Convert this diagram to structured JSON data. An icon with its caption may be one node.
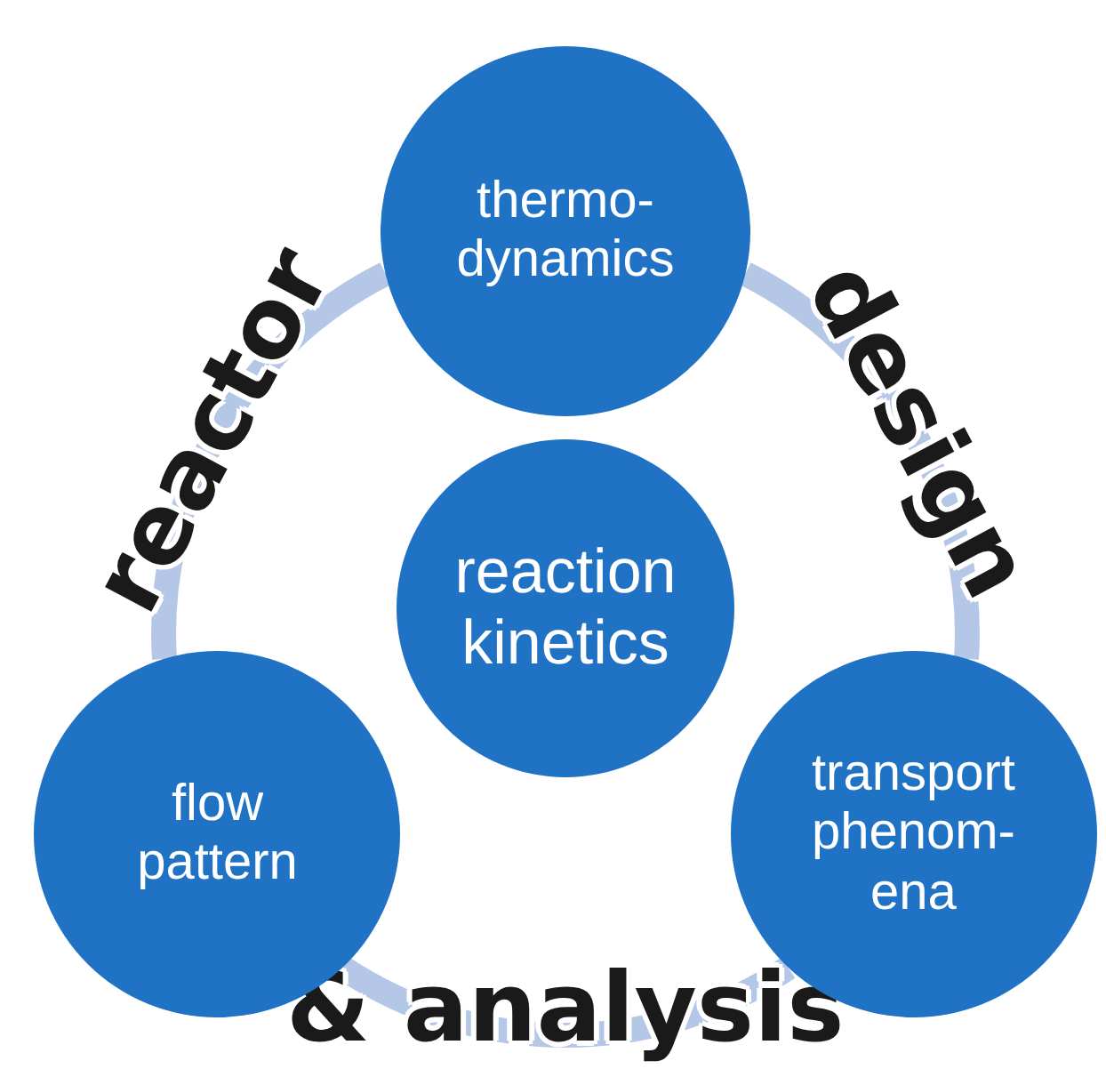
{
  "diagram": {
    "nodes": [
      {
        "text": [
          "thermo- dynamics"
        ]
      },
      {
        "text": [
          "reaction kinetics"
        ]
      },
      {
        "text": [
          "flow pattern"
        ]
      },
      {
        "text": [
          "transport phenom- ena"
        ]
      }
    ],
    "edges": [
      {
        "from": 2,
        "to": 0,
        "arrow": "none",
        "label": "reactor"
      },
      {
        "from": 0,
        "to": 3,
        "arrow": "none",
        "label": "design"
      },
      {
        "from": 2,
        "to": 3,
        "arrow": "none",
        "label": "& analysis"
      }
    ]
  }
}
